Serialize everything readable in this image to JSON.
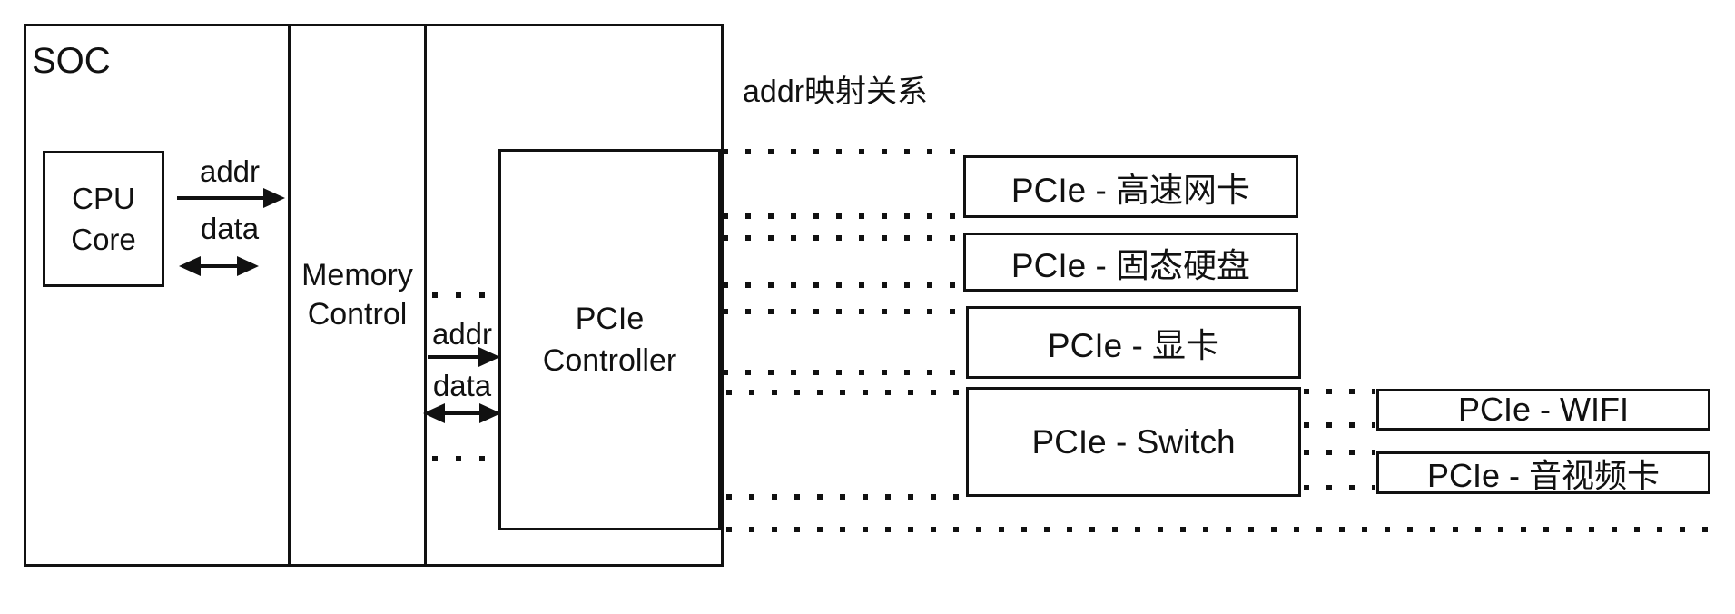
{
  "canvas": {
    "background": "#ffffff",
    "line_color": "#111111",
    "text_color": "#111111"
  },
  "soc": {
    "label": "SOC"
  },
  "cpu": {
    "line1": "CPU",
    "line2": "Core"
  },
  "memory": {
    "line1": "Memory",
    "line2": "Control"
  },
  "controller": {
    "line1": "PCIe",
    "line2": "Controller"
  },
  "bus_cpu_memory": {
    "addr": "addr",
    "data": "data"
  },
  "bus_memory_controller": {
    "addr": "addr",
    "data": "data"
  },
  "mapping_title": "addr映射关系",
  "devices": [
    {
      "label": "PCIe - 高速网卡"
    },
    {
      "label": "PCIe - 固态硬盘"
    },
    {
      "label": "PCIe - 显卡"
    },
    {
      "label": "PCIe - Switch"
    },
    {
      "label": "PCIe - WIFI"
    },
    {
      "label": "PCIe - 音视频卡"
    }
  ]
}
